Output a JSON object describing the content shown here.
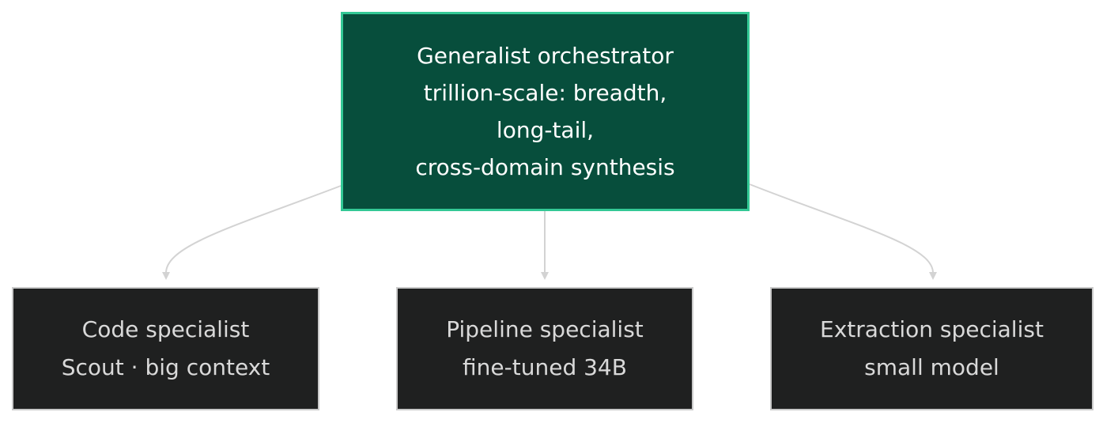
{
  "nodes": {
    "orchestrator": {
      "lines": [
        "Generalist orchestrator",
        "trillion-scale: breadth,",
        "long-tail,",
        "cross-domain synthesis"
      ]
    },
    "code": {
      "lines": [
        "Code specialist",
        "Scout · big context"
      ]
    },
    "pipeline": {
      "lines": [
        "Pipeline specialist",
        "fine-tuned 34B"
      ]
    },
    "extraction": {
      "lines": [
        "Extraction specialist",
        "small model"
      ]
    }
  },
  "edges": [
    {
      "from": "orchestrator",
      "to": "code"
    },
    {
      "from": "orchestrator",
      "to": "pipeline"
    },
    {
      "from": "orchestrator",
      "to": "extraction"
    }
  ],
  "colors": {
    "root_fill": "#074e3c",
    "root_border": "#33c895",
    "child_fill": "#1f2020",
    "child_border": "#c9c9c9",
    "edge": "#d3d3d3"
  }
}
